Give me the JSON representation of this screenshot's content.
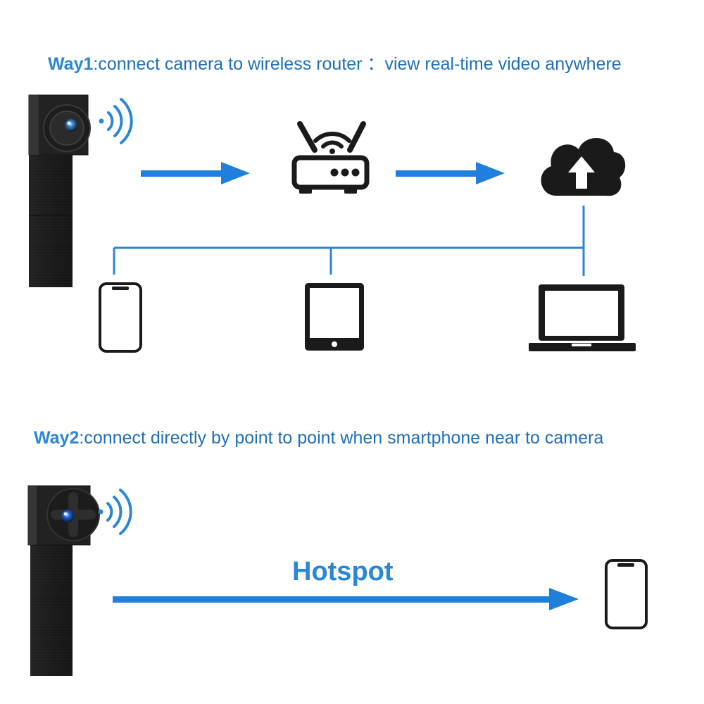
{
  "way1": {
    "label": "Way1",
    "text": ":connect camera to wireless router ：view real-time video anywhere"
  },
  "way2": {
    "label": "Way2",
    "text": ":connect directly by point to point when smartphone near to camera"
  },
  "hotspot_label": "Hotspot",
  "colors": {
    "accent": "#2a86d6",
    "arrow": "#1e7fdc",
    "icon": "#1a1a1a"
  },
  "icons": [
    "camera-module",
    "wifi-signal",
    "router",
    "cloud-upload",
    "smartphone",
    "tablet",
    "laptop"
  ]
}
